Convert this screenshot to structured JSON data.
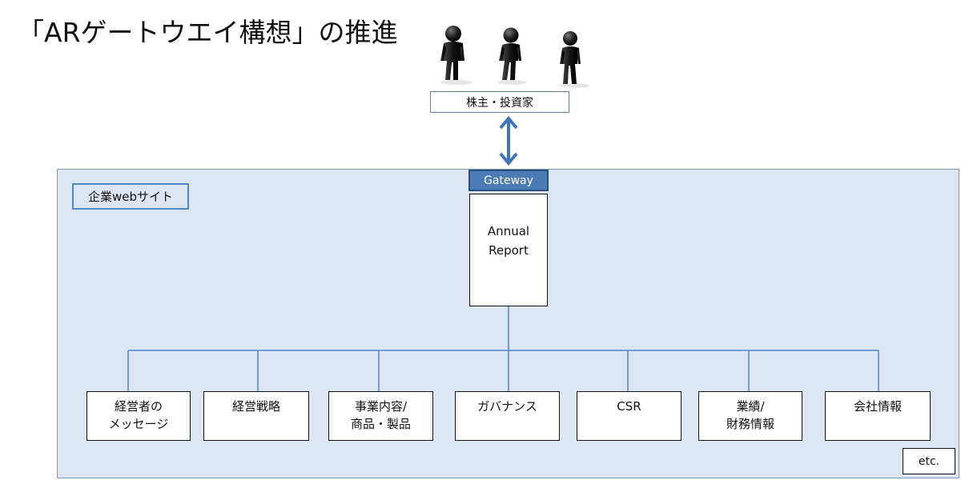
{
  "title": "「ARゲートウエイ構想」の推進",
  "investors_label": "株主・投資家",
  "gateway_label": "Gateway",
  "site_label": "企業webサイト",
  "annual_report": {
    "line1": "Annual",
    "line2": "Report"
  },
  "categories": [
    {
      "line1": "経営者の",
      "line2": "メッセージ"
    },
    {
      "line1": "経営戦略",
      "line2": ""
    },
    {
      "line1": "事業内容/",
      "line2": "商品・製品"
    },
    {
      "line1": "ガバナンス",
      "line2": ""
    },
    {
      "line1": "CSR",
      "line2": ""
    },
    {
      "line1": "業績/",
      "line2": "財務情報"
    },
    {
      "line1": "会社情報",
      "line2": ""
    }
  ],
  "etc_label": "etc.",
  "colors": {
    "site_bg": "#dce6f2",
    "gateway": "#4a7bb7",
    "connector": "#4f86c6",
    "arrow": "#3f74b8"
  }
}
